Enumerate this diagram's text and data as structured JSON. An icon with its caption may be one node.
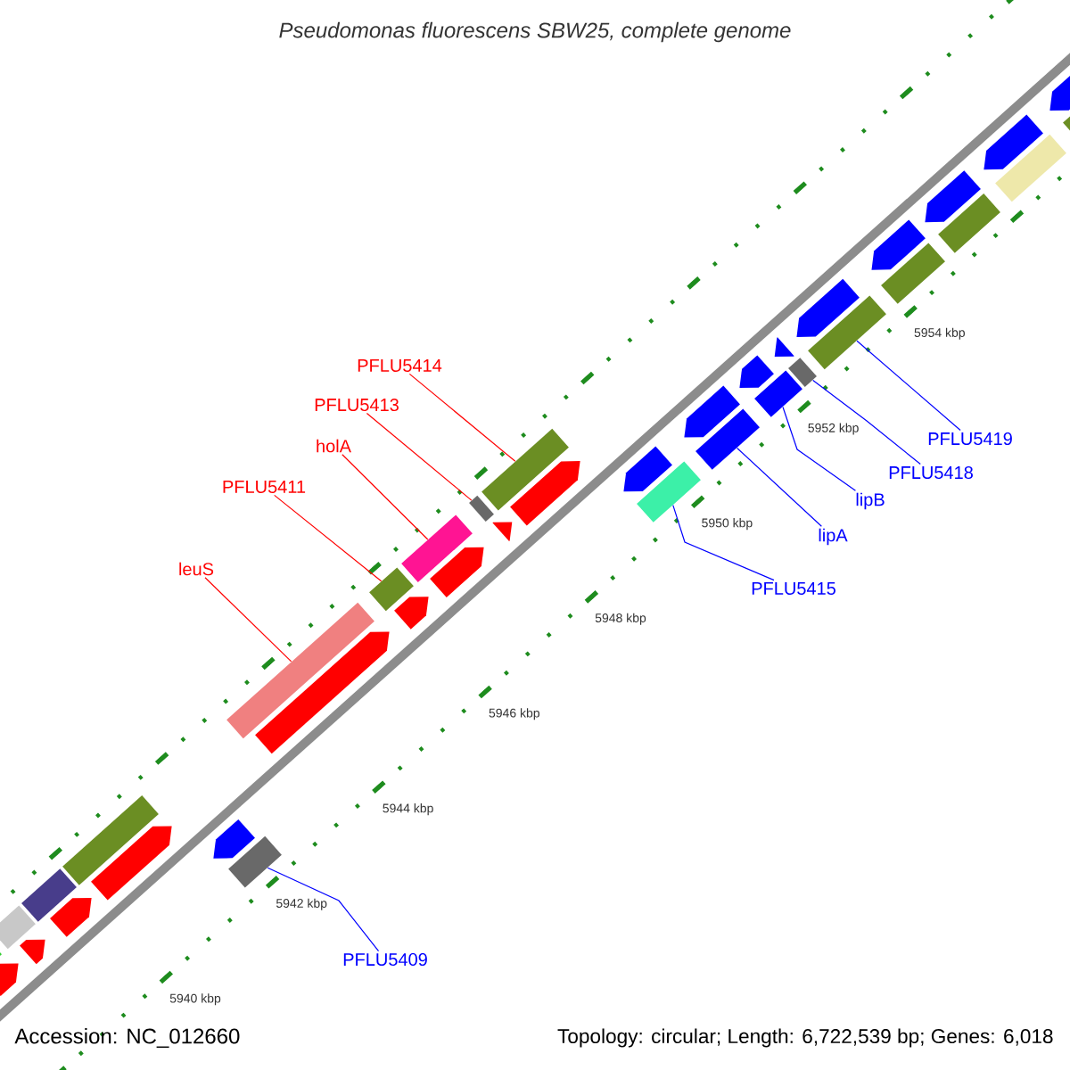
{
  "diagram": {
    "title": "Pseudomonas fluorescens SBW25, complete genome",
    "nodes": [
      {
        "text": [
          "leuS"
        ]
      },
      {
        "text": [
          "PFLU5411"
        ]
      },
      {
        "text": [
          "holA"
        ]
      },
      {
        "text": [
          "PFLU5413"
        ]
      },
      {
        "text": [
          "PFLU5414"
        ]
      },
      {
        "text": [
          "PFLU5409"
        ]
      },
      {
        "text": [
          "PFLU5415"
        ]
      },
      {
        "text": [
          "lipA"
        ]
      },
      {
        "text": [
          "lipB"
        ]
      },
      {
        "text": [
          "PFLU5418"
        ]
      },
      {
        "text": [
          "PFLU5419"
        ]
      },
      {
        "text": [],
        "shape": "bar"
      },
      {
        "text": [],
        "shape": "bar"
      },
      {
        "text": [],
        "shape": "bar"
      },
      {
        "text": [],
        "shape": "bar"
      },
      {
        "text": [],
        "shape": "bar"
      },
      {
        "text": [],
        "shape": "bar"
      },
      {
        "text": [],
        "shape": "bar"
      },
      {
        "text": [],
        "shape": "bar"
      },
      {
        "text": [],
        "shape": "bar"
      },
      {
        "text": [],
        "shape": "bar"
      },
      {
        "text": [],
        "shape": "bar"
      },
      {
        "text": [],
        "shape": "arrow"
      },
      {
        "text": [],
        "shape": "arrow"
      },
      {
        "text": [],
        "shape": "arrow"
      },
      {
        "text": [],
        "shape": "arrow"
      },
      {
        "text": [],
        "shape": "arrow"
      },
      {
        "text": [],
        "shape": "arrow"
      },
      {
        "text": [],
        "shape": "arrow"
      },
      {
        "text": [],
        "shape": "arrow"
      },
      {
        "text": [],
        "shape": "arrow"
      },
      {
        "text": [],
        "shape": "bar"
      },
      {
        "text": [],
        "shape": "bar"
      },
      {
        "text": [],
        "shape": "bar"
      },
      {
        "text": [],
        "shape": "bar"
      },
      {
        "text": [],
        "shape": "arrow"
      },
      {
        "text": [],
        "shape": "arrow"
      },
      {
        "text": [],
        "shape": "arrow"
      },
      {
        "text": [],
        "shape": "arrow"
      },
      {
        "text": [],
        "shape": "arrow"
      },
      {
        "text": [],
        "shape": "arrow"
      },
      {
        "text": [],
        "shape": "arrow"
      },
      {
        "text": [],
        "shape": "arrow"
      },
      {
        "text": [],
        "shape": "arrow"
      },
      {
        "text": [],
        "shape": "arrow"
      },
      {
        "text": [],
        "shape": "bar"
      },
      {
        "text": [],
        "shape": "bar"
      },
      {
        "text": [],
        "shape": "bar"
      },
      {
        "text": [],
        "shape": "bar"
      }
    ],
    "edges": [
      {
        "from": 0,
        "to": 11,
        "arrow": "none",
        "color": "#ff0000"
      },
      {
        "from": 1,
        "to": 12,
        "arrow": "none",
        "color": "#ff0000"
      },
      {
        "from": 2,
        "to": 13,
        "arrow": "none",
        "color": "#ff0000"
      },
      {
        "from": 3,
        "to": 14,
        "arrow": "none",
        "color": "#ff0000"
      },
      {
        "from": 4,
        "to": 15,
        "arrow": "none",
        "color": "#ff0000"
      },
      {
        "from": 5,
        "to": 16,
        "arrow": "none",
        "color": "#0000ff"
      },
      {
        "from": 6,
        "to": 17,
        "arrow": "none",
        "color": "#0000ff"
      },
      {
        "from": 7,
        "to": 18,
        "arrow": "none",
        "color": "#0000ff"
      },
      {
        "from": 8,
        "to": 19,
        "arrow": "none",
        "color": "#0000ff"
      },
      {
        "from": 9,
        "to": 20,
        "arrow": "none",
        "color": "#0000ff"
      },
      {
        "from": 10,
        "to": 21,
        "arrow": "none",
        "color": "#0000ff"
      }
    ],
    "labels": [
      "5940 kbp",
      "5942 kbp",
      "5944 kbp",
      "5946 kbp",
      "5948 kbp",
      "5950 kbp",
      "5952 kbp",
      "5954 kbp",
      "Accession: NC_012660",
      "Topology: circular; Length: 6,722,539 bp; Genes: 6,018"
    ]
  }
}
